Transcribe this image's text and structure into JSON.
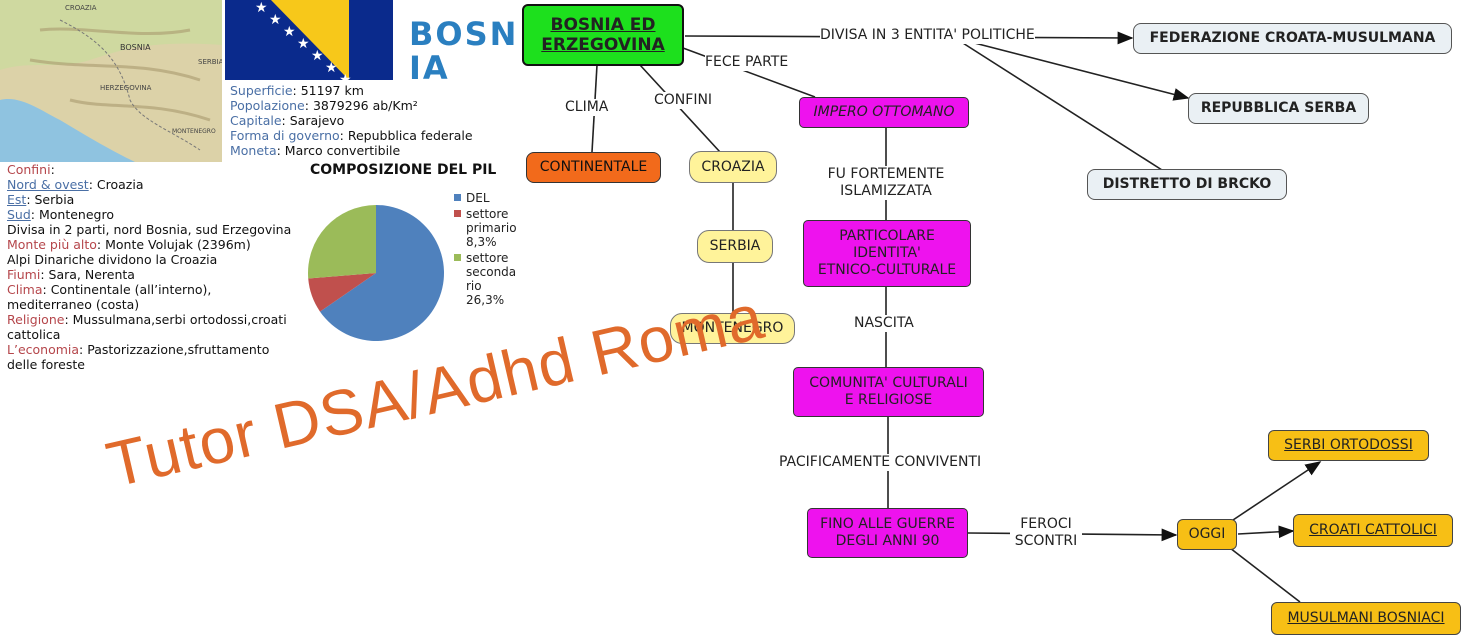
{
  "header": {
    "title_line1": "BOSN",
    "title_line2": "IA"
  },
  "map_labels": [
    "CROAZIA",
    "BOSNIA",
    "SERBIA",
    "HERZEGOVINA",
    "MONTENEGRO"
  ],
  "info": [
    {
      "k": "Superficie",
      "v": "51197 km"
    },
    {
      "k": "Popolazione",
      "v": "3879296 ab/Km²"
    },
    {
      "k": "Capitale",
      "v": "Sarajevo"
    },
    {
      "k": "Forma di governo",
      "v": "Repubblica federale"
    },
    {
      "k": "Moneta",
      "v": "Marco convertibile"
    }
  ],
  "facts": {
    "confini_label": "Confini",
    "nord_label": "Nord & ovest",
    "nord_val": "Croazia",
    "est_label": "Est",
    "est_val": "Serbia",
    "sud_label": "Sud",
    "sud_val": "Montenegro",
    "divisa": "Divisa in 2 parti, nord Bosnia, sud Erzegovina",
    "monte_label": "Monte più alto",
    "monte_val": "Monte Volujak (2396m)",
    "alpi": "Alpi Dinariche dividono la Croazia",
    "fiumi_label": "Fiumi",
    "fiumi_val": "Sara, Nerenta",
    "clima_label": "Clima",
    "clima_val1": "Continentale (all’interno),",
    "clima_val2": "mediterraneo (costa)",
    "religione_label": "Religione",
    "religione_val1": "Mussulmana,serbi ortodossi,croati",
    "religione_val2": "cattolica",
    "economia_label": "L’economia",
    "economia_val1": "Pastorizzazione,sfruttamento",
    "economia_val2": "delle foreste"
  },
  "chart_data": {
    "type": "pie",
    "title": "COMPOSIZIONE DEL PIL",
    "slices": [
      {
        "name": "DEL",
        "value": 65.4,
        "color": "#4f81bd"
      },
      {
        "name": "settore primario 8,3%",
        "value": 8.3,
        "color": "#c0504d"
      },
      {
        "name": "settore secondario 26,3%",
        "value": 26.3,
        "color": "#9bbb59"
      }
    ],
    "legend": [
      "DEL",
      "settore",
      "primario",
      "8,3%",
      "settore",
      "seconda",
      "rio",
      "26,3%"
    ]
  },
  "nodes": {
    "main1": "BOSNIA ED",
    "main2": "ERZEGOVINA",
    "continentale": "CONTINENTALE",
    "croazia": "CROAZIA",
    "serbia": "SERBIA",
    "montenegro": "MONTENEGRO",
    "impero": "IMPERO OTTOMANO",
    "particolare1": "PARTICOLARE",
    "particolare2": "IDENTITA'",
    "particolare3": "ETNICO-CULTURALE",
    "comunita1": "COMUNITA' CULTURALI",
    "comunita2": "E RELIGIOSE",
    "guerre1": "FINO ALLE GUERRE",
    "guerre2": "DEGLI ANNI 90",
    "oggi": "OGGI",
    "serbi": "SERBI ORTODOSSI",
    "croati": "CROATI CATTOLICI",
    "musulmani": "MUSULMANI BOSNIACI",
    "federazione": "FEDERAZIONE CROATA-MUSULMANA",
    "repubblica": "REPUBBLICA SERBA",
    "brcko": "DISTRETTO DI BRCKO"
  },
  "edges": {
    "clima": "CLIMA",
    "confini": "CONFINI",
    "fece": "FECE PARTE",
    "divisa": "DIVISA IN 3 ENTITA' POLITICHE",
    "islam1": "FU FORTEMENTE",
    "islam2": "ISLAMIZZATA",
    "nascita": "NASCITA",
    "pacif": "PACIFICAMENTE CONVIVENTI",
    "feroci1": "FEROCI",
    "feroci2": "SCONTRI"
  },
  "watermark": "Tutor DSA/Adhd Roma"
}
